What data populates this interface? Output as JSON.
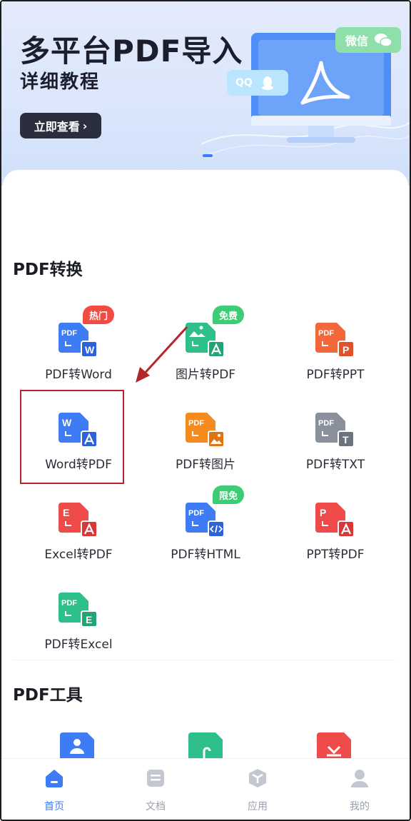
{
  "banner": {
    "title": "多平台PDF导入",
    "subtitle": "详细教程",
    "button_label": "立即查看",
    "qq_label": "QQ",
    "wechat_label": "微信"
  },
  "sections": {
    "convert_title": "PDF转换",
    "tools_title": "PDF工具"
  },
  "convert_tools": [
    {
      "label": "PDF转Word",
      "badge": "热门",
      "icon_top": "PDF",
      "icon_mark": "W",
      "color": "#3d7cf5"
    },
    {
      "label": "图片转PDF",
      "badge": "免费",
      "icon_top": "image",
      "icon_mark": "PDF",
      "color": "#2ebf8b"
    },
    {
      "label": "PDF转PPT",
      "badge": "",
      "icon_top": "PDF",
      "icon_mark": "P",
      "color": "#f3683a"
    },
    {
      "label": "Word转PDF",
      "badge": "",
      "icon_top": "W",
      "icon_mark": "PDF",
      "color": "#3d7cf5"
    },
    {
      "label": "PDF转图片",
      "badge": "",
      "icon_top": "PDF",
      "icon_mark": "image",
      "color": "#f58a1f"
    },
    {
      "label": "PDF转TXT",
      "badge": "",
      "icon_top": "PDF",
      "icon_mark": "T",
      "color": "#7d838f"
    },
    {
      "label": "Excel转PDF",
      "badge": "",
      "icon_top": "E",
      "icon_mark": "PDF",
      "color": "#ef4b4b"
    },
    {
      "label": "PDF转HTML",
      "badge": "限免",
      "icon_top": "PDF",
      "icon_mark": "</>",
      "color": "#3d7cf5"
    },
    {
      "label": "PPT转PDF",
      "badge": "",
      "icon_top": "P",
      "icon_mark": "PDF",
      "color": "#ef4b4b"
    },
    {
      "label": "PDF转Excel",
      "badge": "",
      "icon_top": "PDF",
      "icon_mark": "E",
      "color": "#2ebf8b"
    }
  ],
  "nav": {
    "home": "首页",
    "docs": "文档",
    "apps": "应用",
    "mine": "我的",
    "active": "home"
  },
  "colors": {
    "accent": "#3d7cf5",
    "hot_badge": "#f04c43",
    "free_badge": "#3ccd74",
    "highlight_box": "#b3262a"
  }
}
